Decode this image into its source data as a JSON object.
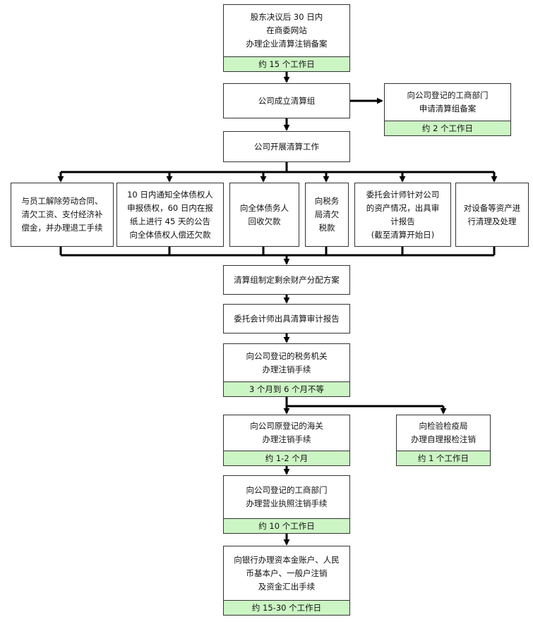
{
  "colors": {
    "duration_fill": "#ccf5c4",
    "border": "#333333",
    "connector": "#000000"
  },
  "steps": {
    "shareholder_filing": {
      "lines": [
        "股东决议后 30 日内",
        "在商委网站",
        "办理企业清算注销备案"
      ],
      "duration": "约 15 个工作日"
    },
    "form_team": {
      "lines": [
        "公司成立清算组"
      ]
    },
    "team_record": {
      "lines": [
        "向公司登记的工商部门",
        "申请清算组备案"
      ],
      "duration": "约 2 个工作日"
    },
    "start_work": {
      "lines": [
        "公司开展清算工作"
      ]
    },
    "task_employees": {
      "lines": [
        "与员工解除劳动合同、",
        "清欠工资、支付经济补",
        "偿金，并办理退工手续"
      ]
    },
    "task_creditors": {
      "lines": [
        "10 日内通知全体债权人",
        "申报债权，60 日内在报",
        "纸上进行 45 天的公告",
        "向全体债权人偿还欠款"
      ]
    },
    "task_debtors": {
      "lines": [
        "向全体债务人",
        "回收欠款"
      ]
    },
    "task_tax": {
      "lines": [
        "向税务",
        "局清欠",
        "税款"
      ]
    },
    "task_audit": {
      "lines": [
        "委托会计师针对公司",
        "的资产情况，出具审",
        "计报告",
        "(截至清算开始日)"
      ]
    },
    "task_assets": {
      "lines": [
        "对设备等资产进",
        "行清理及处理"
      ]
    },
    "distribution_plan": {
      "lines": [
        "清算组制定剩余财产分配方案"
      ]
    },
    "audit_report": {
      "lines": [
        "委托会计师出具清算审计报告"
      ]
    },
    "tax_cancel": {
      "lines": [
        "向公司登记的税务机关",
        "办理注销手续"
      ],
      "duration": "3 个月到 6 个月不等"
    },
    "customs_cancel": {
      "lines": [
        "向公司原登记的海关",
        "办理注销手续"
      ],
      "duration": "约 1-2 个月"
    },
    "inspection_cancel": {
      "lines": [
        "向检验检疫局",
        "办理自理报检注销"
      ],
      "duration": "约 1 个工作日"
    },
    "license_cancel": {
      "lines": [
        "向公司登记的工商部门",
        "办理营业执照注销手续"
      ],
      "duration": "约 10 个工作日"
    },
    "bank_cancel": {
      "lines": [
        "向银行办理资本金账户、人民",
        "币基本户、一般户注销",
        "及资金汇出手续"
      ],
      "duration": "约 15-30 个工作日"
    }
  }
}
